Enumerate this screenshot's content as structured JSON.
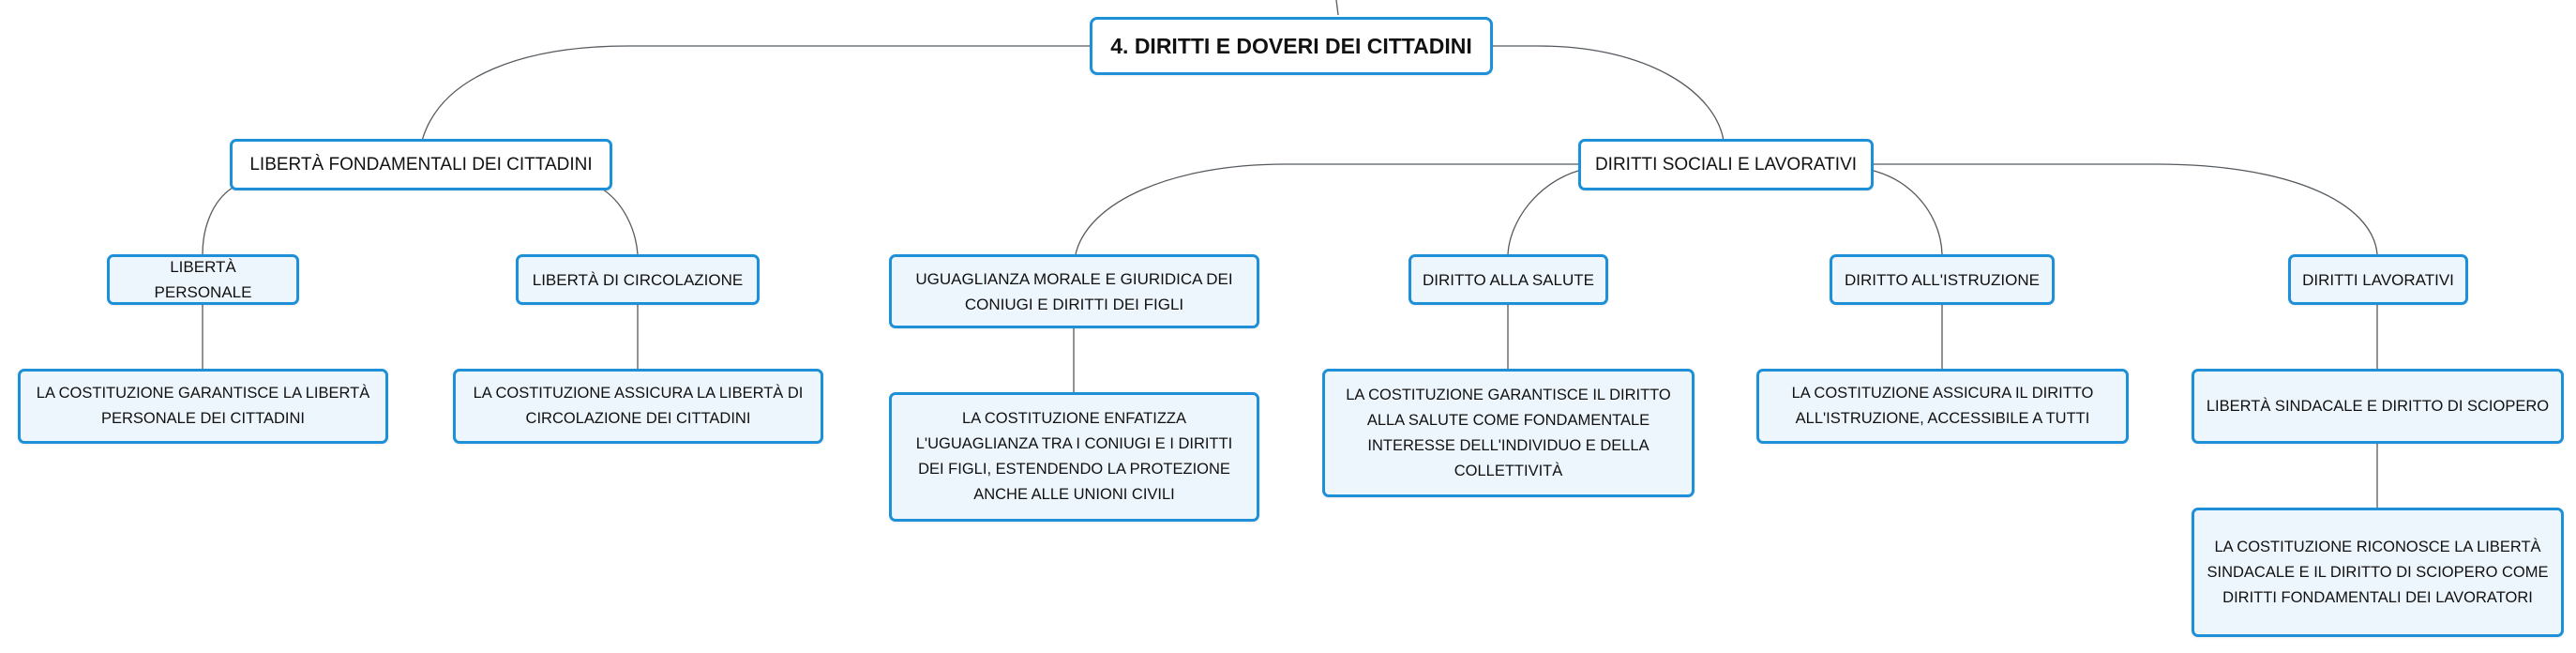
{
  "root": {
    "label": "4. DIRITTI E DOVERI DEI CITTADINI"
  },
  "main_topics": [
    {
      "label": "LIBERTÀ FONDAMENTALI DEI CITTADINI",
      "subtopics": [
        {
          "label": "LIBERTÀ PERSONALE",
          "details": [
            "LA COSTITUZIONE GARANTISCE LA LIBERTÀ PERSONALE DEI CITTADINI"
          ]
        },
        {
          "label": "LIBERTÀ DI CIRCOLAZIONE",
          "details": [
            "LA COSTITUZIONE ASSICURA LA LIBERTÀ DI CIRCOLAZIONE DEI CITTADINI"
          ]
        }
      ]
    },
    {
      "label": "DIRITTI SOCIALI E LAVORATIVI",
      "subtopics": [
        {
          "label": "UGUAGLIANZA MORALE E GIURIDICA DEI CONIUGI E DIRITTI DEI FIGLI",
          "details": [
            "LA COSTITUZIONE ENFATIZZA L'UGUAGLIANZA TRA I CONIUGI E I DIRITTI DEI FIGLI, ESTENDENDO LA PROTEZIONE ANCHE ALLE UNIONI CIVILI"
          ]
        },
        {
          "label": "DIRITTO ALLA SALUTE",
          "details": [
            "LA COSTITUZIONE GARANTISCE IL DIRITTO ALLA SALUTE COME FONDAMENTALE INTERESSE DELL'INDIVIDUO E DELLA COLLETTIVITÀ"
          ]
        },
        {
          "label": "DIRITTO ALL'ISTRUZIONE",
          "details": [
            "LA COSTITUZIONE ASSICURA IL DIRITTO ALL'ISTRUZIONE, ACCESSIBILE A TUTTI"
          ]
        },
        {
          "label": "DIRITTI LAVORATIVI",
          "details": [
            "LIBERTÀ SINDACALE E DIRITTO DI SCIOPERO",
            "LA COSTITUZIONE RICONOSCE LA LIBERTÀ SINDACALE E IL DIRITTO DI SCIOPERO COME DIRITTI FONDAMENTALI DEI LAVORATORI"
          ]
        }
      ]
    }
  ],
  "colors": {
    "border": "#1e90d8",
    "fill": "#eef6fd",
    "line": "#555a5f"
  }
}
